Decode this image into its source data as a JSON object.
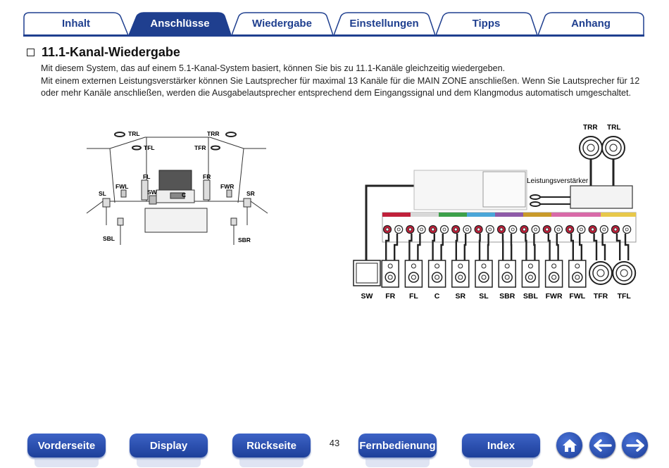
{
  "tabs": [
    {
      "label": "Inhalt",
      "active": false
    },
    {
      "label": "Anschlüsse",
      "active": true
    },
    {
      "label": "Wiedergabe",
      "active": false
    },
    {
      "label": "Einstellungen",
      "active": false
    },
    {
      "label": "Tipps",
      "active": false
    },
    {
      "label": "Anhang",
      "active": false
    }
  ],
  "heading": "11.1-Kanal-Wiedergabe",
  "paragraphs": [
    "Mit diesem System, das auf einem 5.1-Kanal-System basiert, können Sie bis zu 11.1-Kanäle gleichzeitig wiedergeben.",
    "Mit einem externen Leistungsverstärker können Sie Lautsprecher für maximal 13 Kanäle für die MAIN ZONE anschließen. Wenn Sie Lautsprecher für 12 oder mehr Kanäle anschließen, werden die Ausgabelautsprecher entsprechend dem Eingangssignal und dem Klangmodus automatisch umgeschaltet."
  ],
  "room_diagram": {
    "labels": {
      "trl": "TRL",
      "trr": "TRR",
      "tfl": "TFL",
      "tfr": "TFR",
      "fl": "FL",
      "fr": "FR",
      "fwl": "FWL",
      "fwr": "FWR",
      "sl": "SL",
      "sr": "SR",
      "sw": "SW",
      "c": "C",
      "sbl": "SBL",
      "sbr": "SBR"
    }
  },
  "wiring_diagram": {
    "top_labels": [
      "TRR",
      "TRL"
    ],
    "amplifier_label": "Leistungsverstärker",
    "speaker_labels": [
      "SW",
      "FR",
      "FL",
      "C",
      "SR",
      "SL",
      "SBR",
      "SBL",
      "FWR",
      "FWL",
      "TFR",
      "TFL"
    ]
  },
  "colors": {
    "brand_blue": "#1f3f8f",
    "terminal_red": "#c0203a"
  },
  "nav": {
    "front_page": "Vorderseite",
    "display": "Display",
    "rear_panel": "Rückseite",
    "remote": "Fernbedienung",
    "index": "Index",
    "page_number": "43",
    "icons": [
      "home-icon",
      "arrow-left-icon",
      "arrow-right-icon"
    ]
  }
}
